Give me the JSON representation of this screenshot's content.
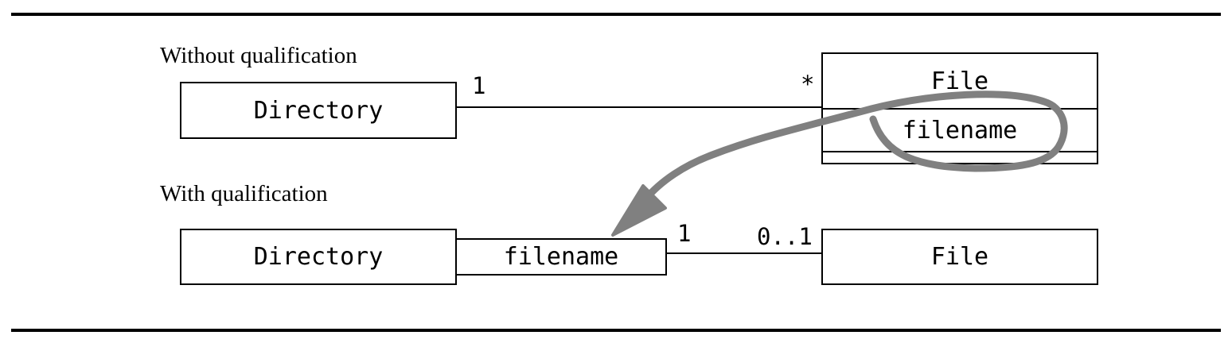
{
  "sections": {
    "without": {
      "label": "Without qualification"
    },
    "with": {
      "label": "With qualification"
    }
  },
  "top_diagram": {
    "directory": {
      "name": "Directory"
    },
    "file": {
      "name": "File",
      "attribute": "filename"
    },
    "association": {
      "source_multiplicity": "1",
      "target_multiplicity": "*"
    }
  },
  "bottom_diagram": {
    "directory": {
      "name": "Directory"
    },
    "qualifier": {
      "name": "filename"
    },
    "file": {
      "name": "File"
    },
    "association": {
      "source_multiplicity": "1",
      "target_multiplicity": "0..1"
    }
  },
  "annotation": {
    "arrow_color": "#808080",
    "arrow_icon": "curved-arrow-icon"
  }
}
